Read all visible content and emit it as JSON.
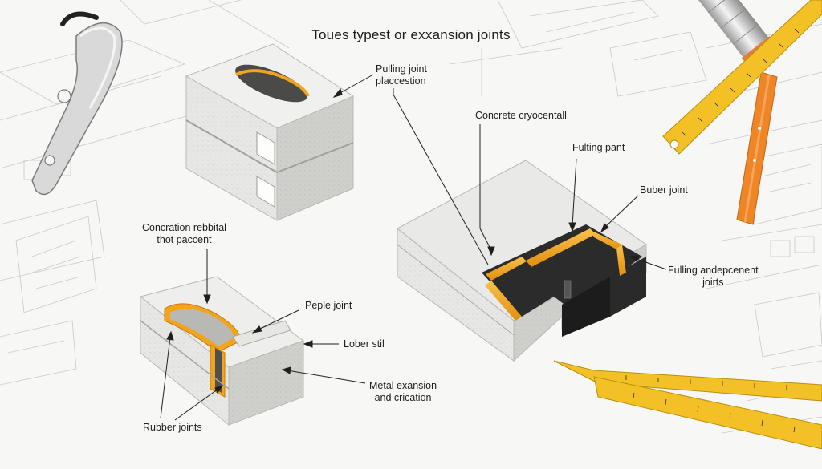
{
  "title": "Toues typest or exxansion joints",
  "labels": {
    "pulling_joint_placement": "Pulling joint\nplaccestion",
    "concrete_cryocentall": "Concrete cryocentall",
    "fulting_pant": "Fulting pant",
    "buber_joint": "Buber joint",
    "fulling_andepcenent": "Fulling andepcenent\njoirts",
    "concration_rebbital": "Concration rebbital\nthot paccent",
    "peple_joint": "Peple joint",
    "lober_stil": "Lober stil",
    "metal_exansion": "Metal exansion\nand crication",
    "rubber_joints": "Rubber joints"
  },
  "colors": {
    "background": "#f7f7f5",
    "concrete": "#e4e4e2",
    "concrete_shade": "#c9c9c6",
    "joint_orange": "#f2a51c",
    "rubber_black": "#1c1c1c",
    "ruler_yellow": "#f3c126",
    "pencil_orange": "#ee8527"
  },
  "icons": [
    "carabiner-clip-icon",
    "metal-pipe-icon",
    "folding-ruler-icon",
    "pencil-icon"
  ]
}
